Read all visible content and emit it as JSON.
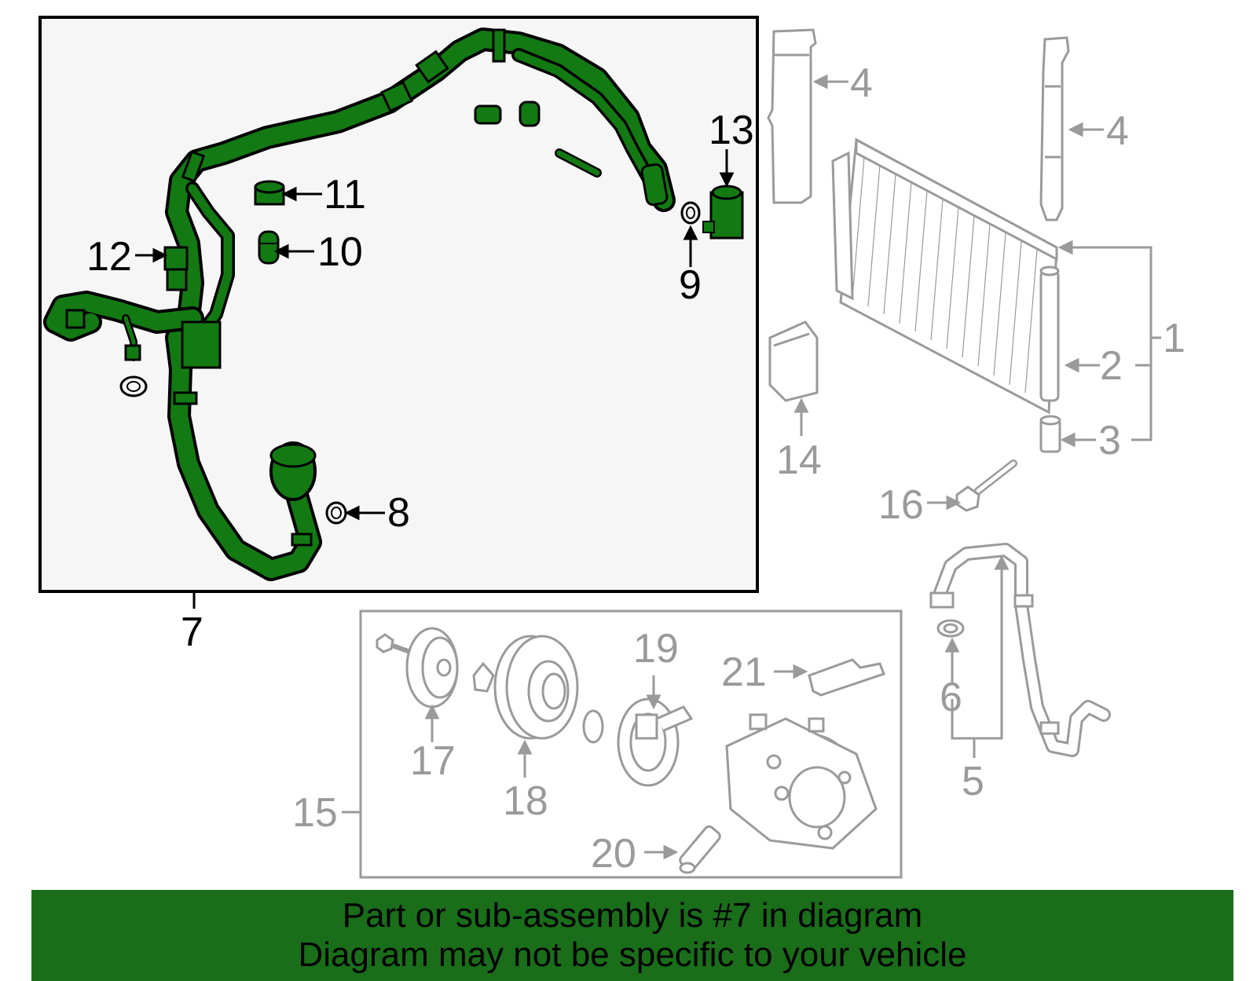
{
  "diagram": {
    "highlighted_part": "7",
    "callouts": {
      "c1": "1",
      "c2": "2",
      "c3": "3",
      "c4a": "4",
      "c4b": "4",
      "c5": "5",
      "c6": "6",
      "c7": "7",
      "c8": "8",
      "c9": "9",
      "c10": "10",
      "c11": "11",
      "c12": "12",
      "c13": "13",
      "c14": "14",
      "c15": "15",
      "c16": "16",
      "c17": "17",
      "c18": "18",
      "c19": "19",
      "c20": "20",
      "c21": "21"
    },
    "colors": {
      "highlight_fill": "#137a13",
      "outline_dark": "#000000",
      "outline_grey": "#9a9a9a",
      "panel_fill": "#f6f6f6",
      "banner_bg": "#1a6e1a"
    }
  },
  "banner": {
    "line1": "Part or sub-assembly is #7 in diagram",
    "line2": "Diagram may not be specific to your vehicle"
  }
}
